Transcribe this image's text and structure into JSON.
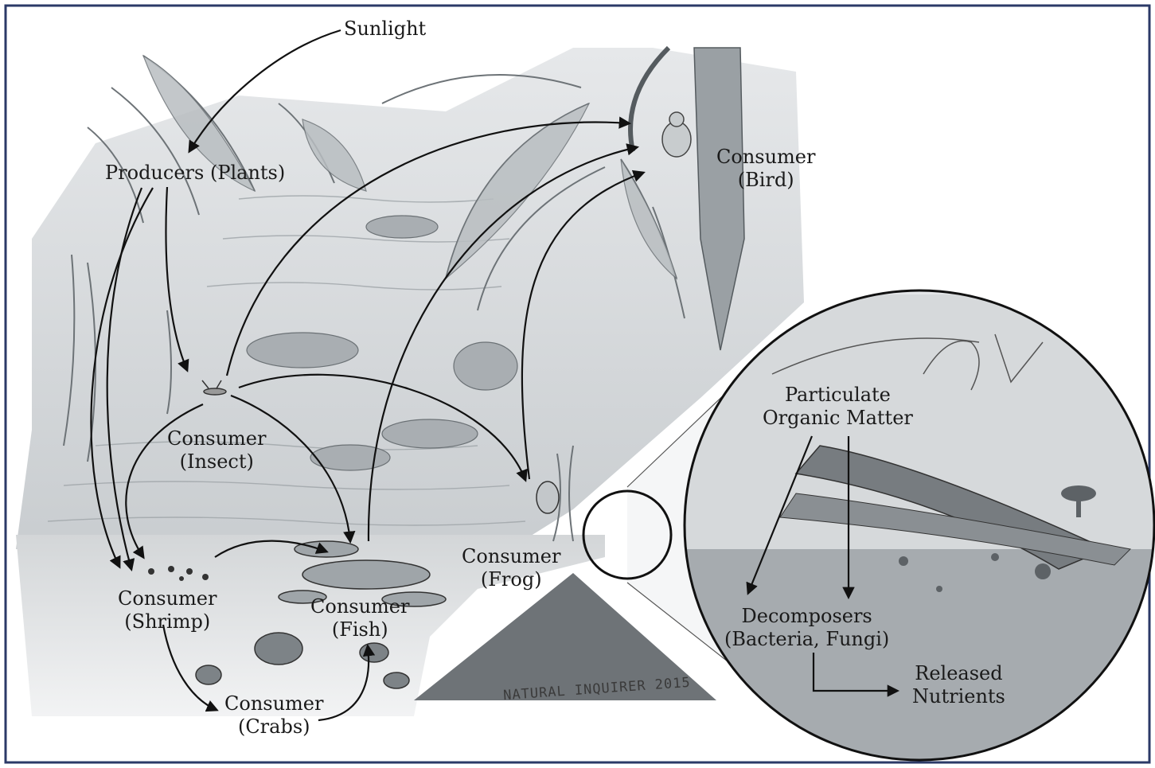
{
  "labels": {
    "sunlight": "Sunlight",
    "producers": "Producers (Plants)",
    "bird": [
      "Consumer",
      "(Bird)"
    ],
    "insect": [
      "Consumer",
      "(Insect)"
    ],
    "shrimp": [
      "Consumer",
      "(Shrimp)"
    ],
    "fish": [
      "Consumer",
      "(Fish)"
    ],
    "frog": [
      "Consumer",
      "(Frog)"
    ],
    "crabs": [
      "Consumer",
      "(Crabs)"
    ],
    "particulate": [
      "Particulate",
      "Organic Matter"
    ],
    "decomposers": [
      "Decomposers",
      "(Bacteria, Fungi)"
    ],
    "nutrients": [
      "Released",
      "Nutrients"
    ]
  },
  "signature": "NATURAL INQUIRER 2015",
  "colors": {
    "frame": "#2b3a67",
    "ink": "#1a1a1a",
    "water": "#cfd3d6",
    "land": "#b8bcbf",
    "foliage": "#8f9598"
  }
}
